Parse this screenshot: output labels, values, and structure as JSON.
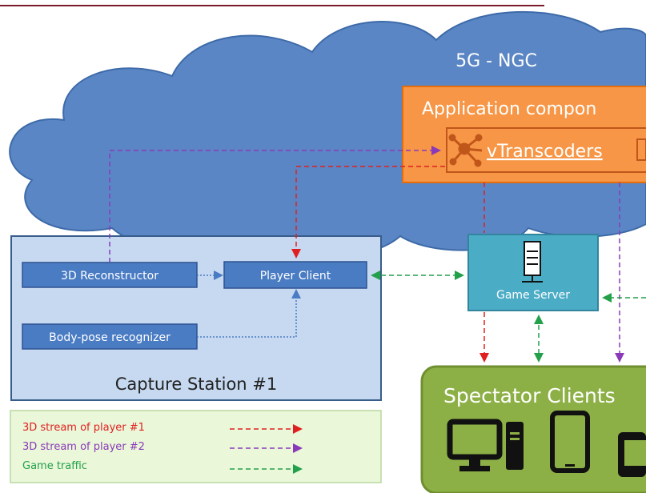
{
  "diagram": {
    "cloud_label": "5G - NGC",
    "app_components_label": "Application compon",
    "vtranscoders_label": "vTranscoders",
    "capture_station": {
      "title": "Capture Station #1",
      "reconstructor_label": "3D Reconstructor",
      "body_pose_label": "Body-pose recognizer",
      "player_client_label": "Player Client"
    },
    "game_server_label": "Game Server",
    "spectator_label": "Spectator Clients",
    "legend": [
      {
        "label": "3D stream of player #1",
        "color": "#e02020"
      },
      {
        "label": "3D stream of player #2",
        "color": "#8a3ab9"
      },
      {
        "label": "Game traffic",
        "color": "#22a04a"
      }
    ],
    "colors": {
      "cloud": "#5b86c5",
      "app_box": "#f79646",
      "capture_bg": "#c6d9f1",
      "component_box": "#4a7cc4",
      "game_server": "#4bacc6",
      "spectator": "#8db046",
      "legend_bg": "#eaf7d9"
    }
  }
}
